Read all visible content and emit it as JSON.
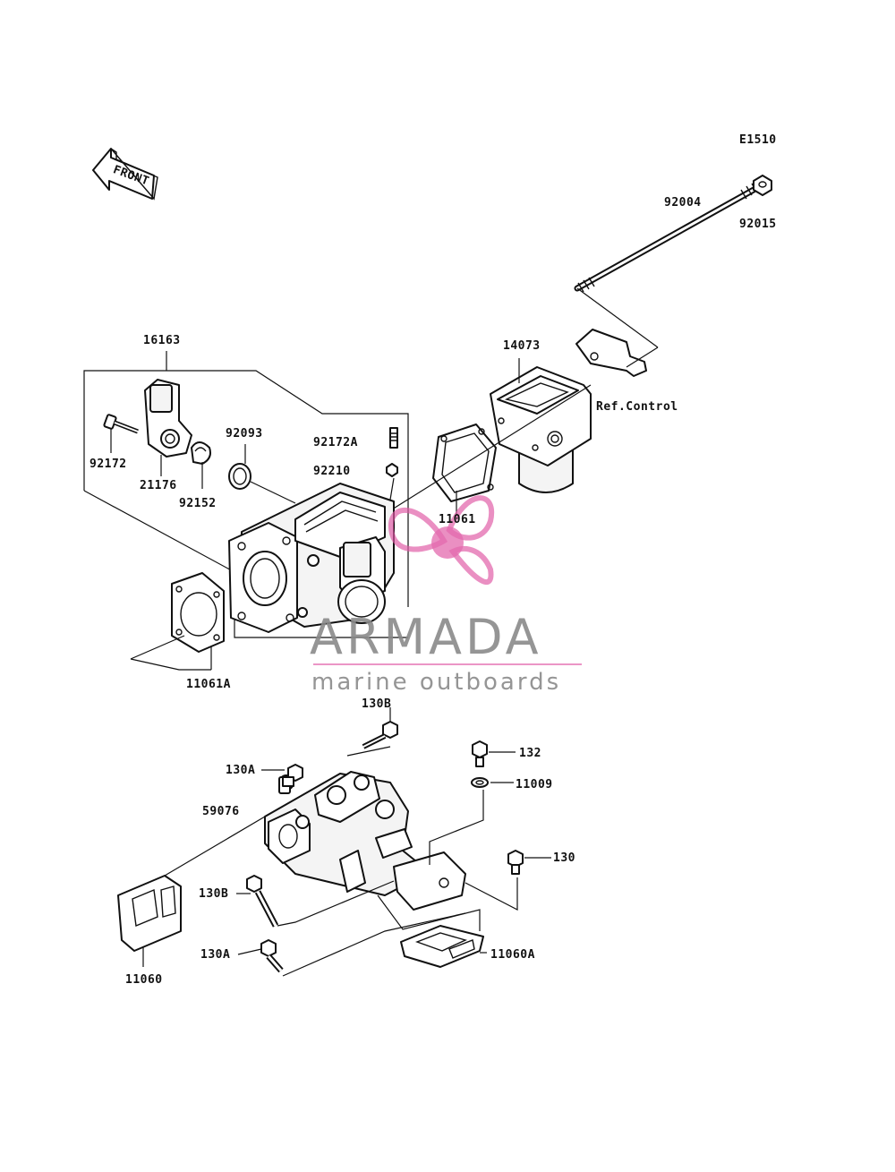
{
  "diagram": {
    "code": "E1510",
    "front_label": "FRONT",
    "parts": [
      {
        "id": "92004",
        "label": "92004"
      },
      {
        "id": "92015",
        "label": "92015"
      },
      {
        "id": "16163",
        "label": "16163"
      },
      {
        "id": "14073",
        "label": "14073"
      },
      {
        "id": "ref-control",
        "label": "Ref.Control"
      },
      {
        "id": "92093",
        "label": "92093"
      },
      {
        "id": "92172A",
        "label": "92172A"
      },
      {
        "id": "92172",
        "label": "92172"
      },
      {
        "id": "92210",
        "label": "92210"
      },
      {
        "id": "21176",
        "label": "21176"
      },
      {
        "id": "92152",
        "label": "92152"
      },
      {
        "id": "11061",
        "label": "11061"
      },
      {
        "id": "11061A",
        "label": "11061A"
      },
      {
        "id": "130B-top",
        "label": "130B"
      },
      {
        "id": "132",
        "label": "132"
      },
      {
        "id": "130A-top",
        "label": "130A"
      },
      {
        "id": "11009",
        "label": "11009"
      },
      {
        "id": "59076",
        "label": "59076"
      },
      {
        "id": "130",
        "label": "130"
      },
      {
        "id": "130B-left",
        "label": "130B"
      },
      {
        "id": "130A-left",
        "label": "130A"
      },
      {
        "id": "11060A",
        "label": "11060A"
      },
      {
        "id": "11060",
        "label": "11060"
      }
    ]
  },
  "watermark": {
    "brand": "ARMADA",
    "tagline": "marine outboards",
    "brand_color": "#e05aa6",
    "text_color": "#8a8a8a"
  }
}
